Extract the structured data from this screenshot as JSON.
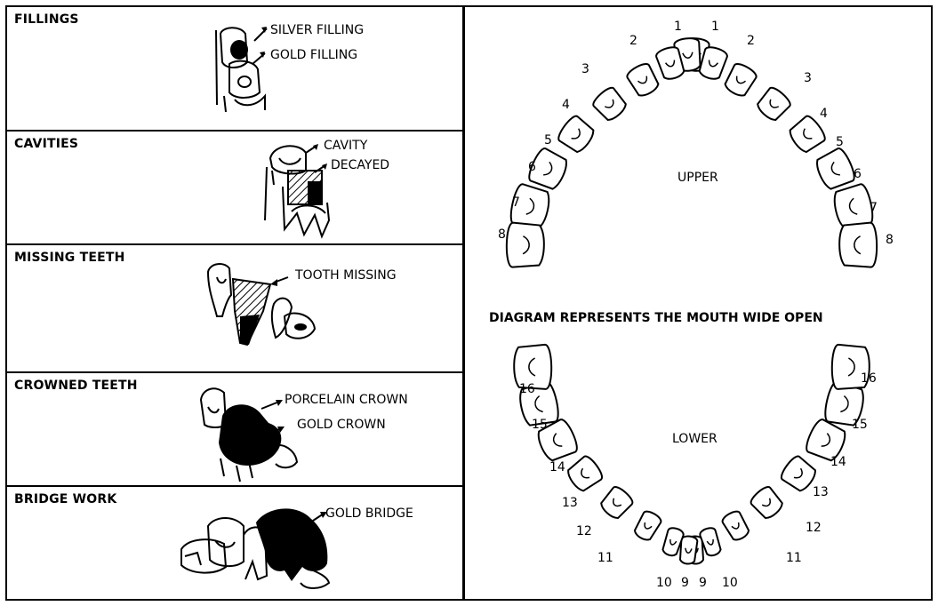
{
  "panels": {
    "fillings": {
      "title": "FILLINGS",
      "labels": [
        "SILVER FILLING",
        "GOLD FILLING"
      ]
    },
    "cavities": {
      "title": "CAVITIES",
      "labels": [
        "CAVITY",
        "DECAYED"
      ]
    },
    "missing": {
      "title": "MISSING TEETH",
      "labels": [
        "TOOTH MISSING"
      ]
    },
    "crowned": {
      "title": "CROWNED TEETH",
      "labels": [
        "PORCELAIN CROWN",
        "GOLD CROWN"
      ]
    },
    "bridge": {
      "title": "BRIDGE WORK",
      "labels": [
        "GOLD BRIDGE"
      ]
    }
  },
  "mouth": {
    "upper_label": "UPPER",
    "lower_label": "LOWER",
    "caption": "DIAGRAM REPRESENTS THE MOUTH WIDE OPEN",
    "upper_left_numbers": [
      "1",
      "2",
      "3",
      "4",
      "5",
      "6",
      "7",
      "8"
    ],
    "upper_right_numbers": [
      "1",
      "2",
      "3",
      "4",
      "5",
      "6",
      "7",
      "8"
    ],
    "lower_left_numbers": [
      "16",
      "15",
      "14",
      "13",
      "12",
      "11",
      "10",
      "9"
    ],
    "lower_right_numbers": [
      "16",
      "15",
      "14",
      "13",
      "12",
      "11",
      "10",
      "9"
    ]
  }
}
